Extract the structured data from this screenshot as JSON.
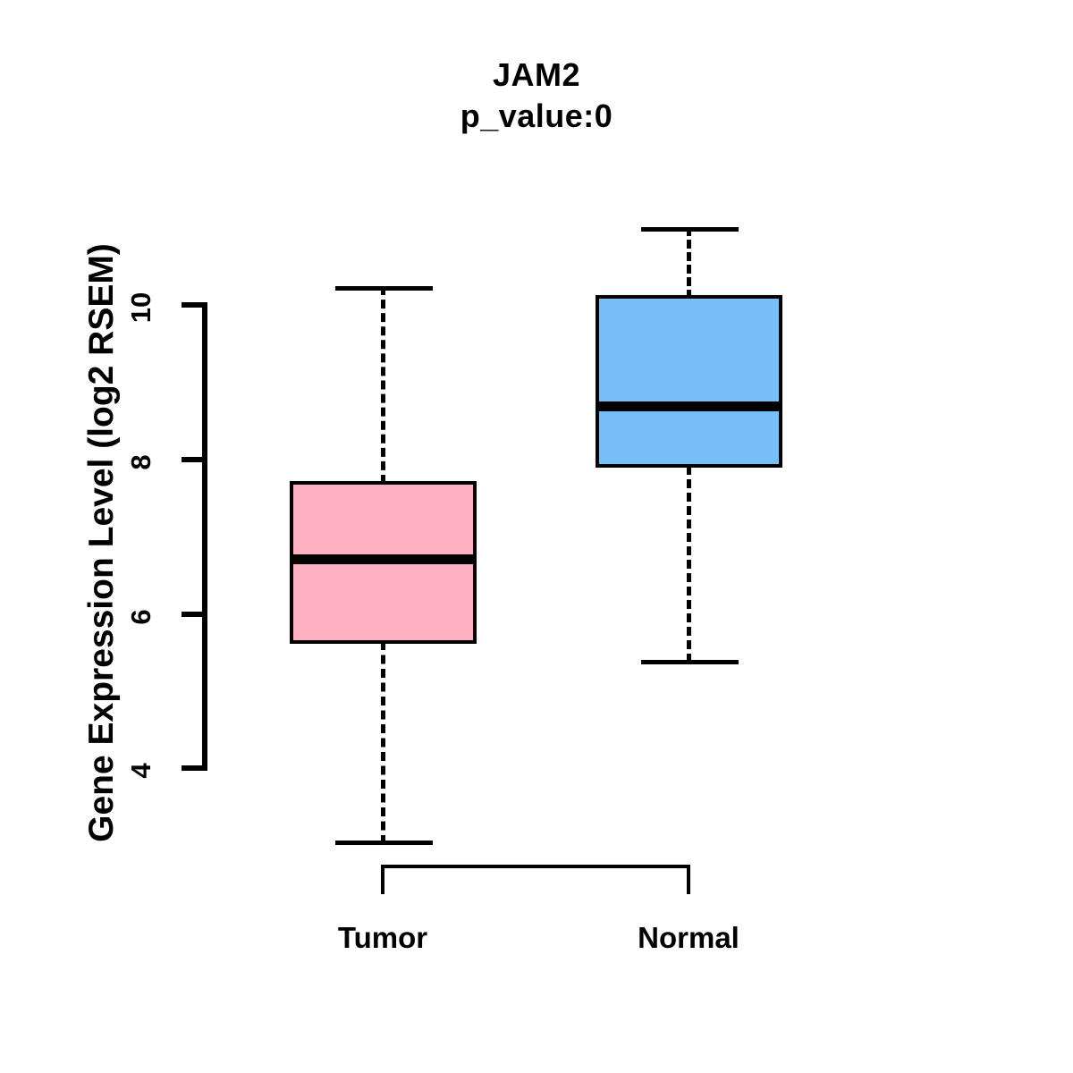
{
  "chart_data": {
    "type": "box",
    "title": "JAM2",
    "subtitle": "p_value:0",
    "xlabel": "",
    "ylabel": "Gene Expression Level (log2 RSEM)",
    "ylim": [
      2.7,
      11.2
    ],
    "grid": false,
    "legend": "none",
    "categories": [
      "Tumor",
      "Normal"
    ],
    "yticks": [
      "4",
      "6",
      "8",
      "10"
    ],
    "ytick_values": [
      4,
      6,
      8,
      10
    ],
    "series": [
      {
        "name": "Tumor",
        "color": "#FFB0C1",
        "whisker_low": 2.93,
        "q1": 5.61,
        "median": 6.69,
        "q3": 7.7,
        "whisker_high": 10.19
      },
      {
        "name": "Normal",
        "color": "#77C0F7",
        "whisker_low": 5.38,
        "q1": 7.88,
        "median": 8.67,
        "q3": 10.09,
        "whisker_high": 10.97
      }
    ]
  },
  "axis": {
    "tick_labels": [
      "10",
      "8",
      "6",
      "4"
    ]
  },
  "xaxis": {
    "tumor_label": "Tumor",
    "normal_label": "Normal"
  },
  "colors": {
    "tumor_fill": "#FFB0C1",
    "normal_fill": "#77C0F7",
    "stroke": "#000000",
    "background": "#FFFFFF"
  }
}
